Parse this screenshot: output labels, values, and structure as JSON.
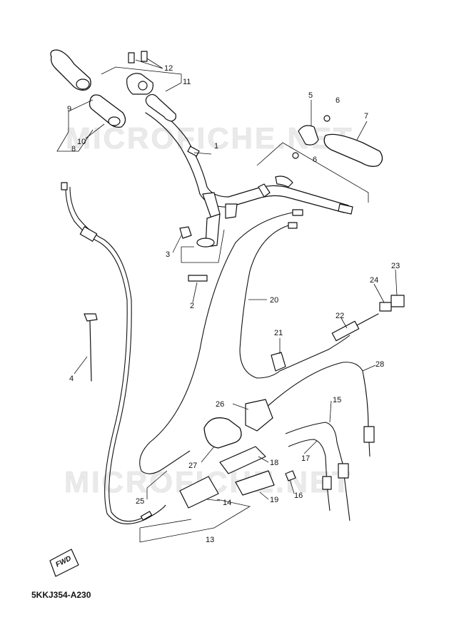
{
  "watermark": "MICROFICHE.NET",
  "diagram_code": "5KKJ354-A230",
  "fwd_label": "FWD",
  "callouts": [
    {
      "id": "c1",
      "label": "1"
    },
    {
      "id": "c2",
      "label": "2"
    },
    {
      "id": "c3",
      "label": "3"
    },
    {
      "id": "c4",
      "label": "4"
    },
    {
      "id": "c5",
      "label": "5"
    },
    {
      "id": "c6a",
      "label": "6"
    },
    {
      "id": "c6b",
      "label": "6"
    },
    {
      "id": "c7",
      "label": "7"
    },
    {
      "id": "c8",
      "label": "8"
    },
    {
      "id": "c9",
      "label": "9"
    },
    {
      "id": "c10",
      "label": "10"
    },
    {
      "id": "c11",
      "label": "11"
    },
    {
      "id": "c12",
      "label": "12"
    },
    {
      "id": "c13",
      "label": "13"
    },
    {
      "id": "c14",
      "label": "14"
    },
    {
      "id": "c15",
      "label": "15"
    },
    {
      "id": "c16",
      "label": "16"
    },
    {
      "id": "c17",
      "label": "17"
    },
    {
      "id": "c18",
      "label": "18"
    },
    {
      "id": "c19",
      "label": "19"
    },
    {
      "id": "c20",
      "label": "20"
    },
    {
      "id": "c21",
      "label": "21"
    },
    {
      "id": "c22",
      "label": "22"
    },
    {
      "id": "c23",
      "label": "23"
    },
    {
      "id": "c24",
      "label": "24"
    },
    {
      "id": "c25",
      "label": "25"
    },
    {
      "id": "c26",
      "label": "26"
    },
    {
      "id": "c27",
      "label": "27"
    },
    {
      "id": "c28",
      "label": "28"
    }
  ]
}
